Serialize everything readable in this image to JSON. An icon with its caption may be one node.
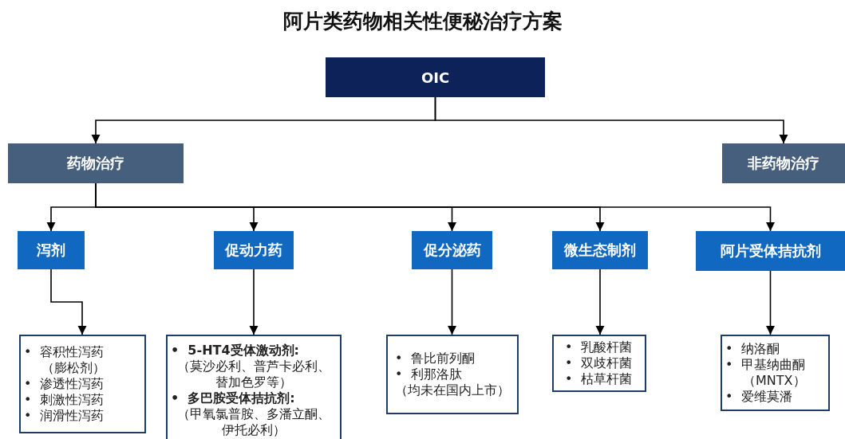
{
  "diagram": {
    "title": "阿片类药物相关性便秘治疗方案",
    "nodes": [
      {
        "text": [
          "OIC"
        ]
      },
      {
        "text": [
          "药物治疗"
        ]
      },
      {
        "text": [
          "非药物治疗"
        ]
      },
      {
        "text": [
          "泻剂"
        ]
      },
      {
        "text": [
          "促动力药"
        ]
      },
      {
        "text": [
          "促分泌药"
        ]
      },
      {
        "text": [
          "微生态制剂"
        ]
      },
      {
        "text": [
          "阿片受体拮抗剂"
        ]
      },
      {
        "text": [
          "•  容积性泻药（膨松剂）",
          "•  渗透性泻药",
          "•  刺激性泻药",
          "•  润滑性泻药"
        ]
      },
      {
        "text": [
          "•  5-HT4受体激动剂:",
          "（莫沙必利、普芦卡必利、替加色罗等）",
          "•  多巴胺受体拮抗剂:",
          "（甲氧氯普胺、多潘立酮、伊托必利）"
        ]
      },
      {
        "text": [
          "•  鲁比前列酮",
          "•  利那洛肽",
          "（均未在国内上市）"
        ]
      },
      {
        "text": [
          "•  乳酸杆菌",
          "•  双歧杆菌",
          "•  枯草杆菌"
        ]
      },
      {
        "text": [
          "•  纳洛酮",
          "•  甲基纳曲酮（MNTX）",
          "•  爱维莫潘"
        ]
      }
    ],
    "edges": [
      {
        "from": 0,
        "to": 1,
        "arrow": "to"
      },
      {
        "from": 0,
        "to": 2,
        "arrow": "to"
      },
      {
        "from": 1,
        "to": 3,
        "arrow": "to"
      },
      {
        "from": 1,
        "to": 4,
        "arrow": "to"
      },
      {
        "from": 1,
        "to": 5,
        "arrow": "to"
      },
      {
        "from": 1,
        "to": 6,
        "arrow": "to"
      },
      {
        "from": 1,
        "to": 7,
        "arrow": "to"
      },
      {
        "from": 3,
        "to": 8,
        "arrow": "to"
      },
      {
        "from": 4,
        "to": 9,
        "arrow": "to"
      },
      {
        "from": 5,
        "to": 10,
        "arrow": "to"
      },
      {
        "from": 6,
        "to": 11,
        "arrow": "to"
      },
      {
        "from": 7,
        "to": 12,
        "arrow": "to"
      }
    ]
  }
}
